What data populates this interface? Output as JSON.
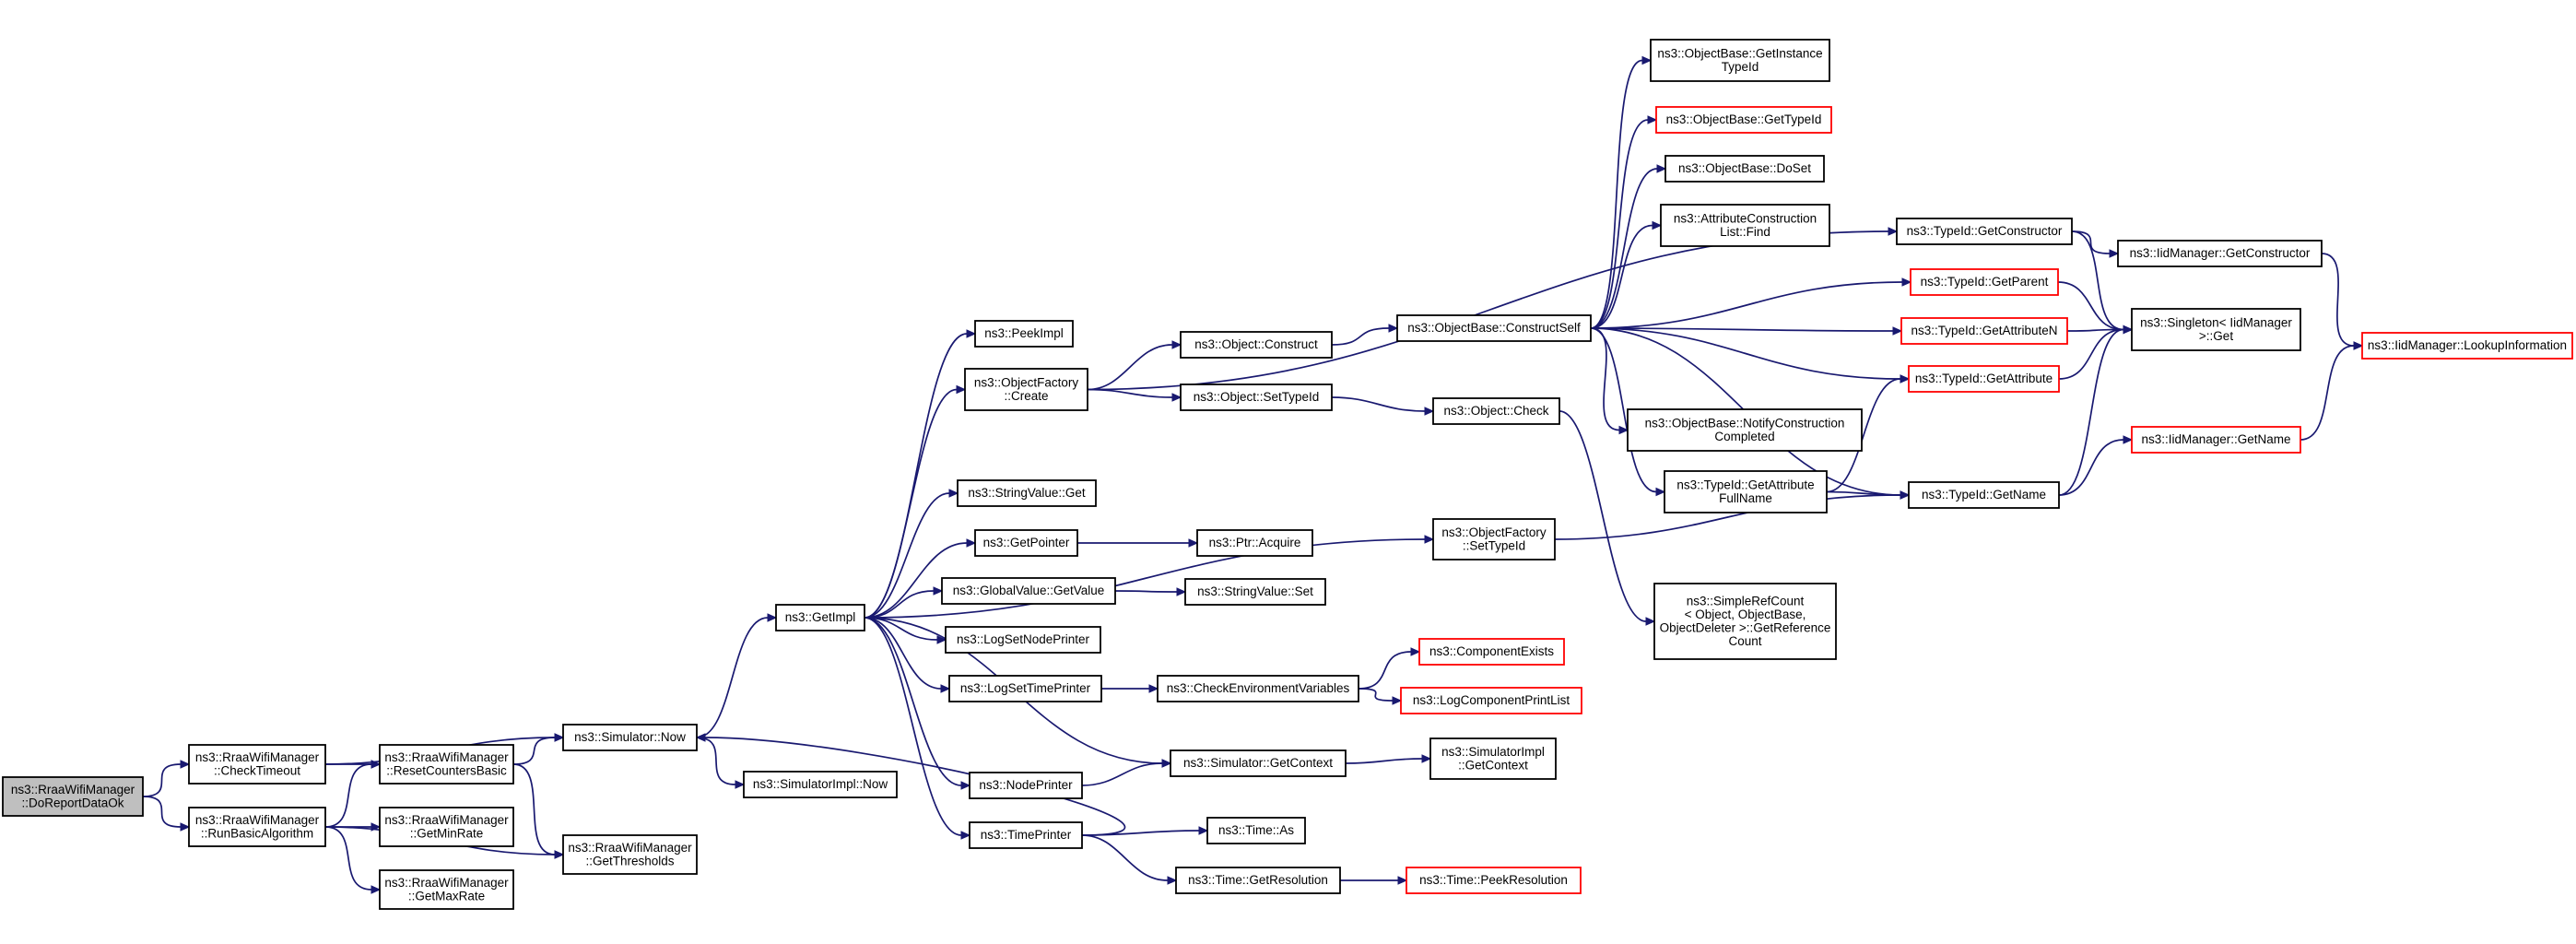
{
  "graph": {
    "edge_color": "#191970",
    "truncated_border_color": "#ff0000",
    "root_fill": "#bfbfbf",
    "nodes": [
      {
        "id": "root",
        "lines": [
          "ns3::RraaWifiManager",
          "::DoReportDataOk"
        ],
        "style": "root"
      },
      {
        "id": "checkTimeout",
        "lines": [
          "ns3::RraaWifiManager",
          "::CheckTimeout"
        ]
      },
      {
        "id": "runBasic",
        "lines": [
          "ns3::RraaWifiManager",
          "::RunBasicAlgorithm"
        ]
      },
      {
        "id": "resetCounters",
        "lines": [
          "ns3::RraaWifiManager",
          "::ResetCountersBasic"
        ]
      },
      {
        "id": "getMinRate",
        "lines": [
          "ns3::RraaWifiManager",
          "::GetMinRate"
        ]
      },
      {
        "id": "getMaxRate",
        "lines": [
          "ns3::RraaWifiManager",
          "::GetMaxRate"
        ]
      },
      {
        "id": "simNow",
        "lines": [
          "ns3::Simulator::Now"
        ]
      },
      {
        "id": "getThresholds",
        "lines": [
          "ns3::RraaWifiManager",
          "::GetThresholds"
        ]
      },
      {
        "id": "simImplNow",
        "lines": [
          "ns3::SimulatorImpl::Now"
        ]
      },
      {
        "id": "getImpl",
        "lines": [
          "ns3::GetImpl"
        ]
      },
      {
        "id": "peekImpl",
        "lines": [
          "ns3::PeekImpl"
        ]
      },
      {
        "id": "ofCreate",
        "lines": [
          "ns3::ObjectFactory",
          "::Create"
        ]
      },
      {
        "id": "strValGet",
        "lines": [
          "ns3::StringValue::Get"
        ]
      },
      {
        "id": "getPointer",
        "lines": [
          "ns3::GetPointer"
        ]
      },
      {
        "id": "gvGetValue",
        "lines": [
          "ns3::GlobalValue::GetValue"
        ]
      },
      {
        "id": "logSetNode",
        "lines": [
          "ns3::LogSetNodePrinter"
        ]
      },
      {
        "id": "logSetTime",
        "lines": [
          "ns3::LogSetTimePrinter"
        ]
      },
      {
        "id": "nodePrinter",
        "lines": [
          "ns3::NodePrinter"
        ]
      },
      {
        "id": "timePrinter",
        "lines": [
          "ns3::TimePrinter"
        ]
      },
      {
        "id": "ptrAcquire",
        "lines": [
          "ns3::Ptr::Acquire"
        ]
      },
      {
        "id": "strValSet",
        "lines": [
          "ns3::StringValue::Set"
        ]
      },
      {
        "id": "checkEnv",
        "lines": [
          "ns3::CheckEnvironmentVariables"
        ]
      },
      {
        "id": "simGetContext",
        "lines": [
          "ns3::Simulator::GetContext"
        ]
      },
      {
        "id": "timeAs",
        "lines": [
          "ns3::Time::As"
        ]
      },
      {
        "id": "timeGetRes",
        "lines": [
          "ns3::Time::GetResolution"
        ]
      },
      {
        "id": "objConstruct",
        "lines": [
          "ns3::Object::Construct"
        ]
      },
      {
        "id": "objSetTypeId",
        "lines": [
          "ns3::Object::SetTypeId"
        ]
      },
      {
        "id": "objCheck",
        "lines": [
          "ns3::Object::Check"
        ]
      },
      {
        "id": "ofSetTypeId",
        "lines": [
          "ns3::ObjectFactory",
          "::SetTypeId"
        ]
      },
      {
        "id": "compExists",
        "lines": [
          "ns3::ComponentExists"
        ],
        "style": "red"
      },
      {
        "id": "logCompPrint",
        "lines": [
          "ns3::LogComponentPrintList"
        ],
        "style": "red"
      },
      {
        "id": "simImplGetCtx",
        "lines": [
          "ns3::SimulatorImpl",
          "::GetContext"
        ]
      },
      {
        "id": "timePeekRes",
        "lines": [
          "ns3::Time::PeekResolution"
        ],
        "style": "red"
      },
      {
        "id": "obConstructSelf",
        "lines": [
          "ns3::ObjectBase::ConstructSelf"
        ]
      },
      {
        "id": "obGetInstTypeId",
        "lines": [
          "ns3::ObjectBase::GetInstance",
          "TypeId"
        ]
      },
      {
        "id": "obGetTypeId",
        "lines": [
          "ns3::ObjectBase::GetTypeId"
        ],
        "style": "red"
      },
      {
        "id": "obDoSet",
        "lines": [
          "ns3::ObjectBase::DoSet"
        ]
      },
      {
        "id": "attrConstrFind",
        "lines": [
          "ns3::AttributeConstruction",
          "List::Find"
        ]
      },
      {
        "id": "obNotify",
        "lines": [
          "ns3::ObjectBase::NotifyConstruction",
          "Completed"
        ]
      },
      {
        "id": "tidGetAttrFull",
        "lines": [
          "ns3::TypeId::GetAttribute",
          "FullName"
        ]
      },
      {
        "id": "simpleRefCount",
        "lines": [
          "ns3::SimpleRefCount",
          "< Object, ObjectBase,",
          "ObjectDeleter >::GetReference",
          "Count"
        ]
      },
      {
        "id": "tidGetConstructor",
        "lines": [
          "ns3::TypeId::GetConstructor"
        ]
      },
      {
        "id": "tidGetParent",
        "lines": [
          "ns3::TypeId::GetParent"
        ],
        "style": "red"
      },
      {
        "id": "tidGetAttrN",
        "lines": [
          "ns3::TypeId::GetAttributeN"
        ],
        "style": "red"
      },
      {
        "id": "tidGetAttr",
        "lines": [
          "ns3::TypeId::GetAttribute"
        ],
        "style": "red"
      },
      {
        "id": "tidGetName",
        "lines": [
          "ns3::TypeId::GetName"
        ]
      },
      {
        "id": "iidGetConstructor",
        "lines": [
          "ns3::IidManager::GetConstructor"
        ]
      },
      {
        "id": "singletonGet",
        "lines": [
          "ns3::Singleton< IidManager",
          ">::Get"
        ]
      },
      {
        "id": "iidGetName",
        "lines": [
          "ns3::IidManager::GetName"
        ],
        "style": "red"
      },
      {
        "id": "iidLookup",
        "lines": [
          "ns3::IidManager::LookupInformation"
        ],
        "style": "red"
      }
    ],
    "edges": [
      [
        "root",
        "checkTimeout"
      ],
      [
        "root",
        "runBasic"
      ],
      [
        "checkTimeout",
        "simNow"
      ],
      [
        "checkTimeout",
        "resetCounters"
      ],
      [
        "runBasic",
        "resetCounters"
      ],
      [
        "runBasic",
        "getMinRate"
      ],
      [
        "runBasic",
        "getMaxRate"
      ],
      [
        "runBasic",
        "getThresholds"
      ],
      [
        "resetCounters",
        "simNow"
      ],
      [
        "resetCounters",
        "getThresholds"
      ],
      [
        "simNow",
        "getImpl"
      ],
      [
        "simNow",
        "simImplNow"
      ],
      [
        "getImpl",
        "peekImpl"
      ],
      [
        "getImpl",
        "ofCreate"
      ],
      [
        "getImpl",
        "strValGet"
      ],
      [
        "getImpl",
        "getPointer"
      ],
      [
        "getImpl",
        "gvGetValue"
      ],
      [
        "getImpl",
        "logSetNode"
      ],
      [
        "getImpl",
        "logSetTime"
      ],
      [
        "getImpl",
        "nodePrinter"
      ],
      [
        "getImpl",
        "timePrinter"
      ],
      [
        "getImpl",
        "ofSetTypeId"
      ],
      [
        "getImpl",
        "simGetContext"
      ],
      [
        "ofCreate",
        "objConstruct"
      ],
      [
        "ofCreate",
        "objSetTypeId"
      ],
      [
        "ofCreate",
        "tidGetConstructor"
      ],
      [
        "getPointer",
        "ptrAcquire"
      ],
      [
        "gvGetValue",
        "strValSet"
      ],
      [
        "logSetTime",
        "checkEnv"
      ],
      [
        "checkEnv",
        "compExists"
      ],
      [
        "checkEnv",
        "logCompPrint"
      ],
      [
        "nodePrinter",
        "simGetContext"
      ],
      [
        "timePrinter",
        "simNow"
      ],
      [
        "timePrinter",
        "timeAs"
      ],
      [
        "timePrinter",
        "timeGetRes"
      ],
      [
        "simGetContext",
        "simImplGetCtx"
      ],
      [
        "timeGetRes",
        "timePeekRes"
      ],
      [
        "objConstruct",
        "obConstructSelf"
      ],
      [
        "objSetTypeId",
        "objCheck"
      ],
      [
        "objCheck",
        "simpleRefCount"
      ],
      [
        "ofSetTypeId",
        "tidGetName"
      ],
      [
        "obConstructSelf",
        "obGetInstTypeId"
      ],
      [
        "obConstructSelf",
        "obGetTypeId"
      ],
      [
        "obConstructSelf",
        "obDoSet"
      ],
      [
        "obConstructSelf",
        "attrConstrFind"
      ],
      [
        "obConstructSelf",
        "obNotify"
      ],
      [
        "obConstructSelf",
        "tidGetAttrFull"
      ],
      [
        "obConstructSelf",
        "tidGetParent"
      ],
      [
        "obConstructSelf",
        "tidGetAttrN"
      ],
      [
        "obConstructSelf",
        "tidGetAttr"
      ],
      [
        "obConstructSelf",
        "tidGetName"
      ],
      [
        "tidGetAttrFull",
        "tidGetAttr"
      ],
      [
        "tidGetAttrFull",
        "tidGetName"
      ],
      [
        "tidGetConstructor",
        "iidGetConstructor"
      ],
      [
        "tidGetConstructor",
        "singletonGet"
      ],
      [
        "tidGetParent",
        "singletonGet"
      ],
      [
        "tidGetAttrN",
        "singletonGet"
      ],
      [
        "tidGetAttr",
        "singletonGet"
      ],
      [
        "tidGetName",
        "singletonGet"
      ],
      [
        "tidGetName",
        "iidGetName"
      ],
      [
        "iidGetConstructor",
        "iidLookup"
      ],
      [
        "iidGetName",
        "iidLookup"
      ]
    ]
  }
}
